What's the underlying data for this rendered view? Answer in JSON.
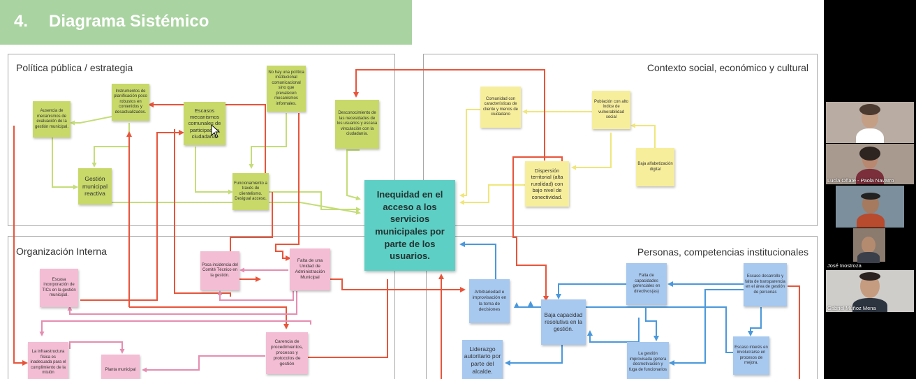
{
  "slide": {
    "section_number": "4.",
    "section_title": "Diagrama Sistémico"
  },
  "panels": {
    "top_left": "Política pública / estrategia",
    "top_right": "Contexto social, económico y cultural",
    "bottom_left": "Organización Interna",
    "bottom_right": "Personas, competencias institucionales"
  },
  "center": "Inequidad en el acceso a los servicios municipales por parte de los usuarios.",
  "notes": {
    "ausencia": "Ausencia de mecanismos de evaluación de la gestión municipal.",
    "instrumentos": "Instrumentos de planificación poco robustos en contenidos y desactualizados.",
    "escasos": "Escasos mecanismos comunales de participación ciudadana.",
    "no_hay": "No hay una política institucional comunicacional sino que prevalecen mecanismos informales.",
    "desconocimiento": "Desconocimiento de las necesidades de los usuarios y escasa vinculación con la ciudadanía.",
    "gestion": "Gestión municipal reactiva",
    "funcionamiento": "Funcionamiento a través de clientelismo. Desigual acceso.",
    "comunidad": "Comunidad con características de cliente y menos de ciudadano",
    "poblacion": "Población con alto índice de vulnerabilidad social",
    "dispersion": "Dispersión territorial (alta ruralidad) con bajo nivel de conectividad.",
    "baja_alfab": "Baja alfabetización digital",
    "escasa_tics": "Escasa incorporación de TICs en la gestión municipal.",
    "poca_incidencia": "Poca incidencia del Comité Técnico en la gestión.",
    "falta_unidad": "Falta de una Unidad de Administración Municipal",
    "infraestructura": "La infraestructura física es inadecuada para el cumplimiento de la misión",
    "planta": "Planta municipal",
    "carencia": "Carencia de procedimientos, procesos y protocolos de gestión",
    "arbitrariedad": "Arbitrariedad e improvisación en la toma de decisiones",
    "baja_capacidad": "Baja capacidad resolutiva en la gestión.",
    "liderazgo": "Liderazgo autoritario por parte del alcalde.",
    "falta_capacidades": "Falta de capacidades gerenciales en directivos(as)",
    "escaso_desarrollo": "Escaso desarrollo y falta de transparencia en el área de gestión de personas",
    "gestion_improvisada": "La gestión improvisada genera desmotivación y fuga de funcionarios",
    "escaso_interes": "Escaso interés en involucrarse en procesos de mejora."
  },
  "participants": [
    {
      "name": ""
    },
    {
      "name": "Lucía Oñate - Paola Navarro"
    },
    {
      "name": ""
    },
    {
      "name": "José Inostroza"
    },
    {
      "name": "Gabriel Muñoz Mena"
    }
  ],
  "colors": {
    "title_bar": "#a9d3a0",
    "center_box": "#5ecfc4",
    "red_arrow": "#e8543a",
    "blue_arrow": "#4a98dc",
    "pink_arrow": "#e58db0",
    "green_arrow": "#c4dd78",
    "yellow_arrow": "#f0e67a"
  }
}
